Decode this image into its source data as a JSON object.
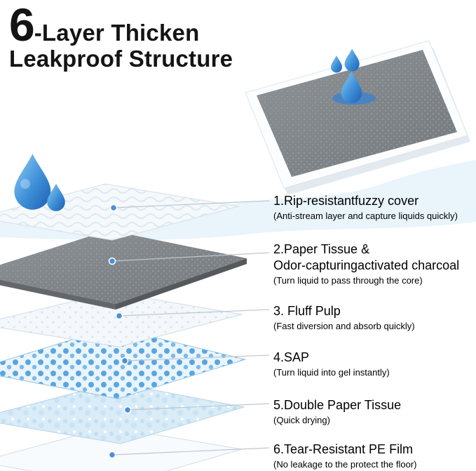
{
  "title": {
    "big_number": "6",
    "line1_rest": "-Layer Thicken",
    "line2": "Leakproof Structure"
  },
  "labels": [
    {
      "heading": "1.Rip-resistantfuzzy cover",
      "subtitle": "(Anti-stream layer and capture liquids quickly)"
    },
    {
      "heading": "2.Paper Tissue &",
      "heading_line2": "Odor-capturingactivated charcoal",
      "subtitle": "(Turn liquid to pass through the core)"
    },
    {
      "heading": "3. Fluff Pulp",
      "subtitle": "(Fast diversion and absorb quickly)"
    },
    {
      "heading": "4.SAP",
      "subtitle": "(Turn liquid into gel instantly)"
    },
    {
      "heading": "5.Double Paper Tissue",
      "subtitle": "(Quick drying)"
    },
    {
      "heading": "6.Tear-Resistant PE Film",
      "subtitle": "(No leakage to the protect the floor)"
    }
  ],
  "icons": {
    "water_drop": "water-drop-icon",
    "pad_top": "pad-top-view-icon"
  },
  "colors": {
    "drop_blue_light": "#8fd0f5",
    "drop_blue_dark": "#1c5fb0",
    "pad_gray": "#82878b",
    "sap_dot_blue": "#58a6e0",
    "tissue_blue": "#d9ecf8",
    "wave_blue": "#e9f4fb",
    "leader_line": "#bcc7cf",
    "leader_dot": "#4a90d9",
    "text_black": "#111111"
  }
}
